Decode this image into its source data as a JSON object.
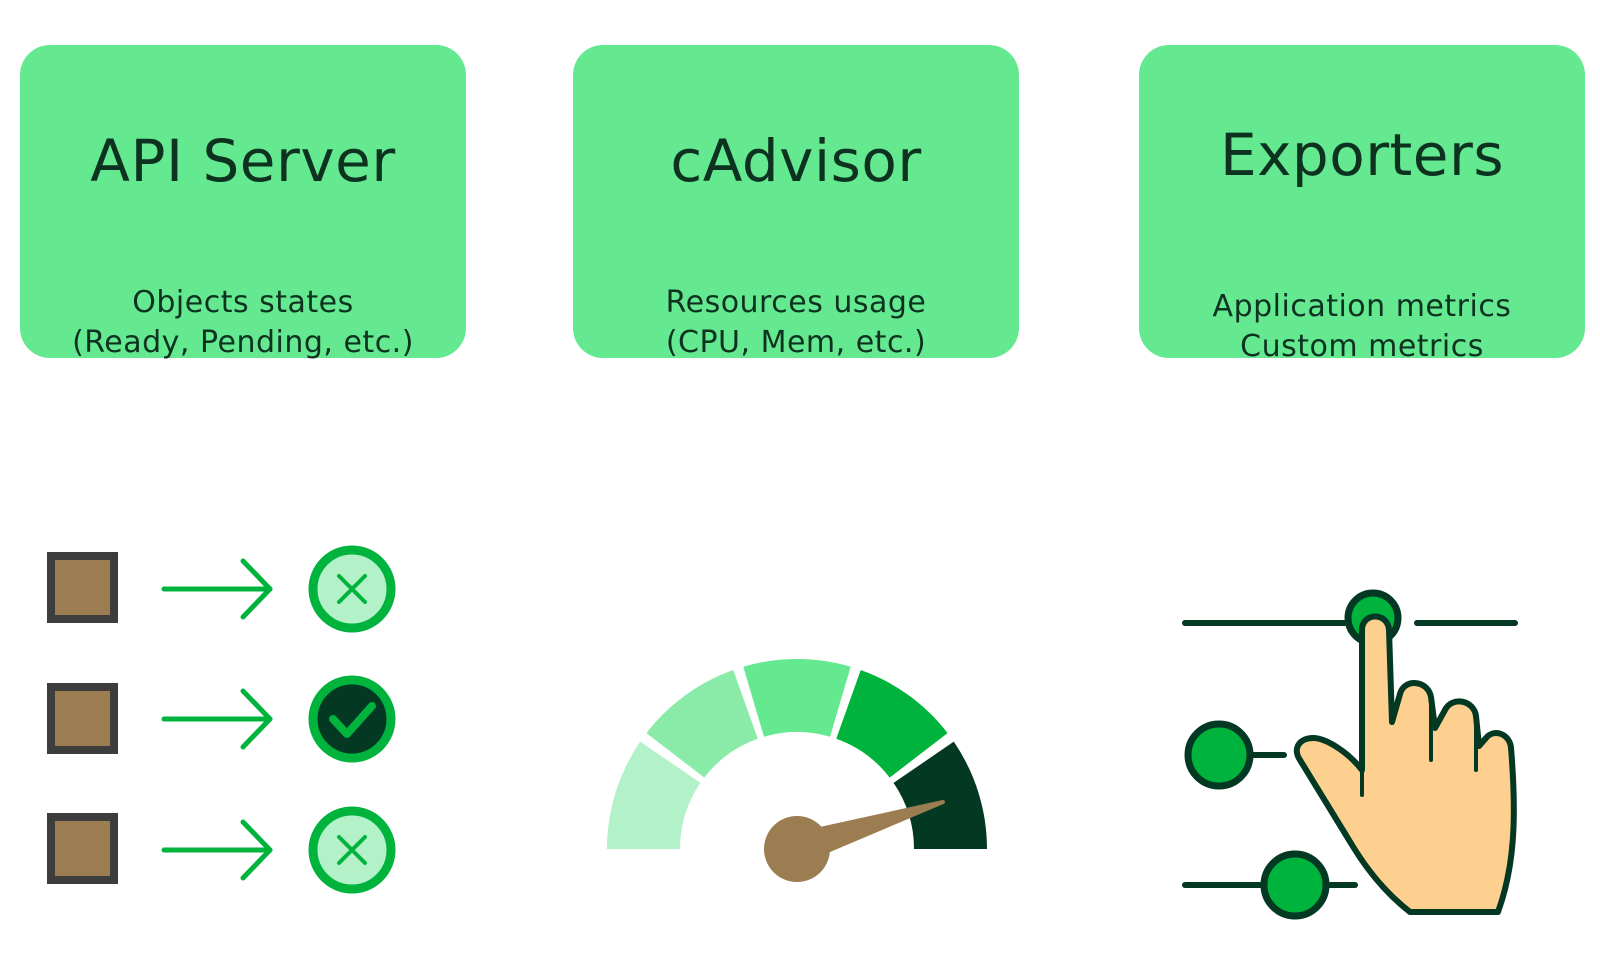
{
  "cards": [
    {
      "title": "API Server",
      "lines": [
        "Objects states",
        "(Ready, Pending, etc.)"
      ]
    },
    {
      "title": "cAdvisor",
      "lines": [
        "Resources usage",
        "(CPU, Mem, etc.)"
      ]
    },
    {
      "title": "Exporters",
      "lines": [
        "Application metrics",
        "Custom metrics"
      ]
    }
  ],
  "colors": {
    "card_bg": "#64e890",
    "dark_text": "#0d3320",
    "green": "#00b33c",
    "dark_green": "#033823",
    "brown": "#9b7d51",
    "skin": "#fdd08f"
  },
  "illustrations": {
    "status_list": {
      "rows": [
        {
          "status": "x-mark"
        },
        {
          "status": "check-mark"
        },
        {
          "status": "x-mark"
        }
      ]
    },
    "gauge": {
      "segments": 5,
      "needle_segment": 5
    },
    "sliders": {
      "count": 3
    }
  }
}
